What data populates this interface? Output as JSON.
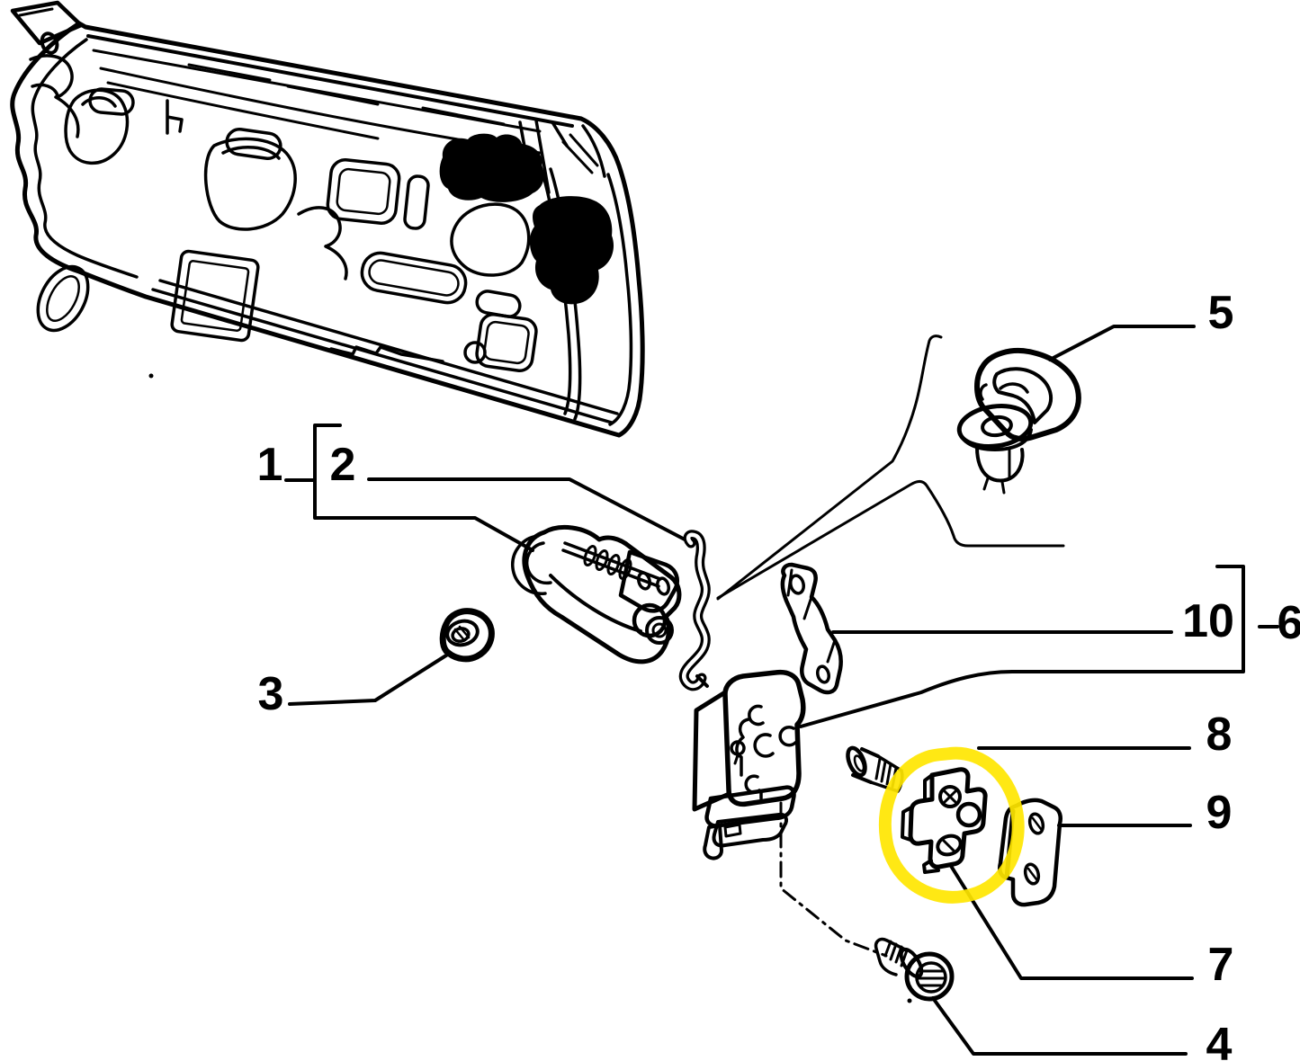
{
  "colors": {
    "background": "#ffffff",
    "line": "#000000",
    "highlight": "#ffe600"
  },
  "labels": {
    "l1": "1",
    "l2": "2",
    "l3": "3",
    "l4": "4",
    "l5": "5",
    "l6": "6",
    "l7": "7",
    "l8": "8",
    "l9": "9",
    "l10": "10"
  },
  "highlight": {
    "shape": "hand-drawn-circle",
    "around_part_of_label": "7"
  }
}
